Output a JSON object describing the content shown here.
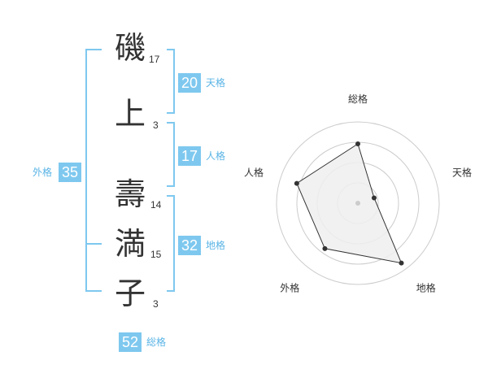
{
  "name": {
    "characters": [
      {
        "char": "磯",
        "strokes": "17"
      },
      {
        "char": "上",
        "strokes": "3"
      },
      {
        "char": "壽",
        "strokes": "14"
      },
      {
        "char": "満",
        "strokes": "15"
      },
      {
        "char": "子",
        "strokes": "3"
      }
    ]
  },
  "scores": {
    "tenkaku": {
      "value": "20",
      "label": "天格"
    },
    "jinkaku": {
      "value": "17",
      "label": "人格"
    },
    "chikaku": {
      "value": "32",
      "label": "地格"
    },
    "gaikaku": {
      "value": "35",
      "label": "外格"
    },
    "soukaku": {
      "value": "52",
      "label": "総格"
    }
  },
  "colors": {
    "accent": "#7ec8ef",
    "accent_text": "#5ab4e6",
    "text": "#333333",
    "ring": "#cccccc",
    "polygon_fill": "#eeeeee"
  },
  "chart_data": {
    "type": "radar",
    "axes": [
      "総格",
      "天格",
      "地格",
      "外格",
      "人格"
    ],
    "values": [
      0.73,
      0.21,
      0.91,
      0.69,
      0.79
    ],
    "range": [
      0,
      1
    ],
    "rings": 4
  }
}
